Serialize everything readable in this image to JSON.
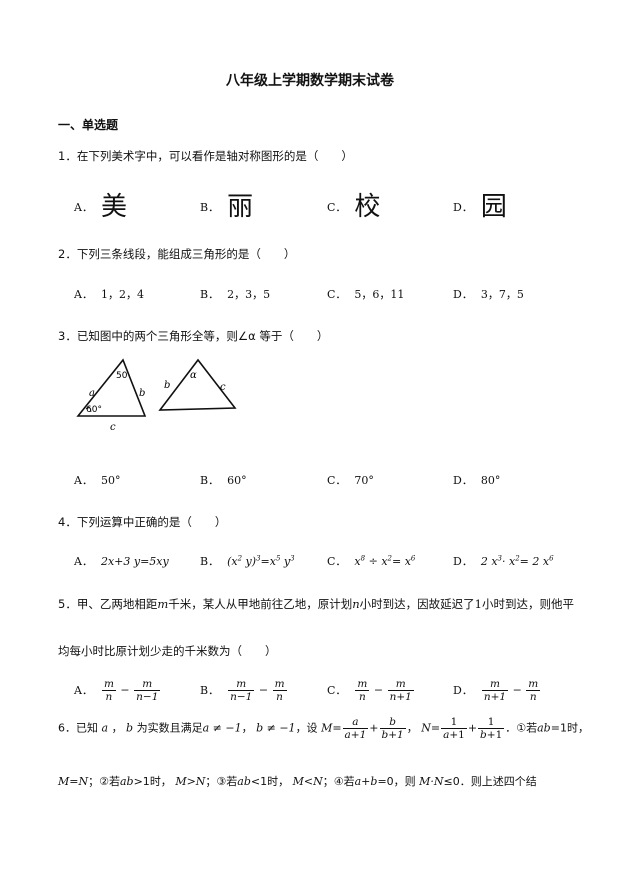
{
  "title": "八年级上学期数学期末试卷",
  "section": "一、单选题",
  "q1": {
    "stem": "1．在下列美术字中，可以看作是轴对称图形的是（　　）",
    "options": [
      {
        "label": "A．",
        "char": "美"
      },
      {
        "label": "B．",
        "char": "丽"
      },
      {
        "label": "C．",
        "char": "校"
      },
      {
        "label": "D．",
        "char": "园"
      }
    ]
  },
  "q2": {
    "stem": "2．下列三条线段，能组成三角形的是（　　）",
    "options": [
      {
        "label": "A．",
        "text": "1，2，4"
      },
      {
        "label": "B．",
        "text": "2，3，5"
      },
      {
        "label": "C．",
        "text": "5，6，11"
      },
      {
        "label": "D．",
        "text": "3，7，5"
      }
    ]
  },
  "q3": {
    "stem": "3．已知图中的两个三角形全等，则∠α 等于（　　）",
    "figure": {
      "tri1": {
        "side_a": "a",
        "side_b": "b",
        "side_c": "c",
        "angle_top": "50",
        "angle_left": "60°"
      },
      "tri2": {
        "side_b": "b",
        "side_c": "c",
        "angle": "α"
      }
    },
    "options": [
      {
        "label": "A．",
        "text": "50°"
      },
      {
        "label": "B．",
        "text": "60°"
      },
      {
        "label": "C．",
        "text": "70°"
      },
      {
        "label": "D．",
        "text": "80°"
      }
    ]
  },
  "q4": {
    "stem": "4．下列运算中正确的是（　　）",
    "options": [
      {
        "label": "A．"
      },
      {
        "label": "B．"
      },
      {
        "label": "C．"
      },
      {
        "label": "D．"
      }
    ]
  },
  "q5": {
    "line1_a": "5．甲、乙两地相距",
    "var_m": "m",
    "line1_b": "千米，某人从甲地前往乙地，原计划",
    "var_n": "n",
    "line1_c": "小时到达，因故延迟了",
    "num_1": "1",
    "line1_d": "小时到达，则他平",
    "line2": "均每小时比原计划少走的千米数为（　　）",
    "options": [
      {
        "label": "A．"
      },
      {
        "label": "B．"
      },
      {
        "label": "C．"
      },
      {
        "label": "D．"
      }
    ]
  },
  "q6": {
    "line1_a": "6．已知",
    "line1_b": "，",
    "line1_c": "为实数且满足",
    "line1_d": "，设",
    "line1_e": "①若",
    "line1_f": "时，",
    "line2_a": "；②若",
    "line2_b": "时，",
    "line2_c": "；③若",
    "line2_d": "时，",
    "line2_e": "；④若",
    "line2_f": "，则",
    "line2_g": "．则上述四个结"
  }
}
